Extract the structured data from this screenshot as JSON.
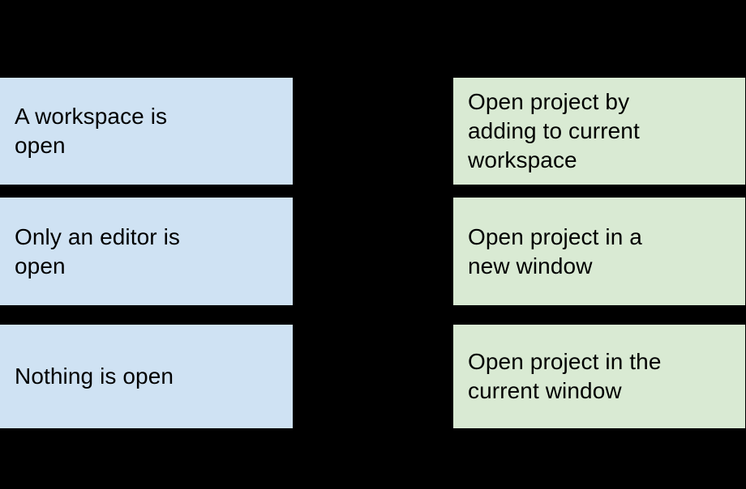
{
  "diagram": {
    "type": "two-column-mapping",
    "background_color": "#000000",
    "columns": {
      "left": {
        "name": "conditions",
        "fill_color": "#cfe2f3",
        "border_color": "#000000"
      },
      "right": {
        "name": "actions",
        "fill_color": "#d9ead3",
        "border_color": "#000000"
      }
    },
    "conditions": [
      {
        "id": "workspace-open",
        "label": "A workspace is\nopen"
      },
      {
        "id": "editor-open",
        "label": "Only an editor is\nopen"
      },
      {
        "id": "nothing-open",
        "label": "Nothing is open"
      }
    ],
    "actions": [
      {
        "id": "add-to-workspace",
        "label": "Open project by\nadding to current\nworkspace"
      },
      {
        "id": "open-new-window",
        "label": "Open project in a\nnew window"
      },
      {
        "id": "open-current-window",
        "label": "Open project in the\ncurrent window"
      }
    ]
  }
}
